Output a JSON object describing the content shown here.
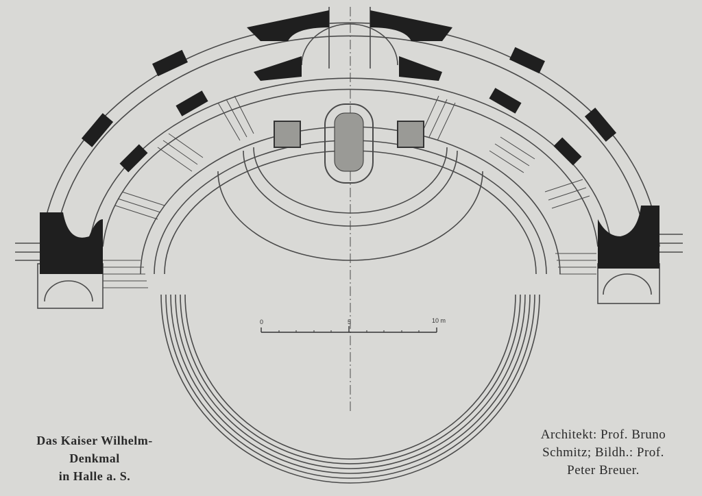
{
  "title_caption": [
    "Das Kaiser Wilhelm-",
    "Denkmal",
    "in Halle a. S."
  ],
  "credit_caption": [
    "Architekt: Prof. Bruno",
    "Schmitz; Bildh.: Prof.",
    "Peter Breuer."
  ],
  "scale_bar": {
    "labels": [
      "0",
      "5",
      "10 m"
    ],
    "unit": "m",
    "length": 10
  },
  "colors": {
    "paper": "#d9d9d6",
    "ink": "#2b2b2b",
    "pier": "#1f1f1f",
    "fill": "#9a9a96"
  }
}
